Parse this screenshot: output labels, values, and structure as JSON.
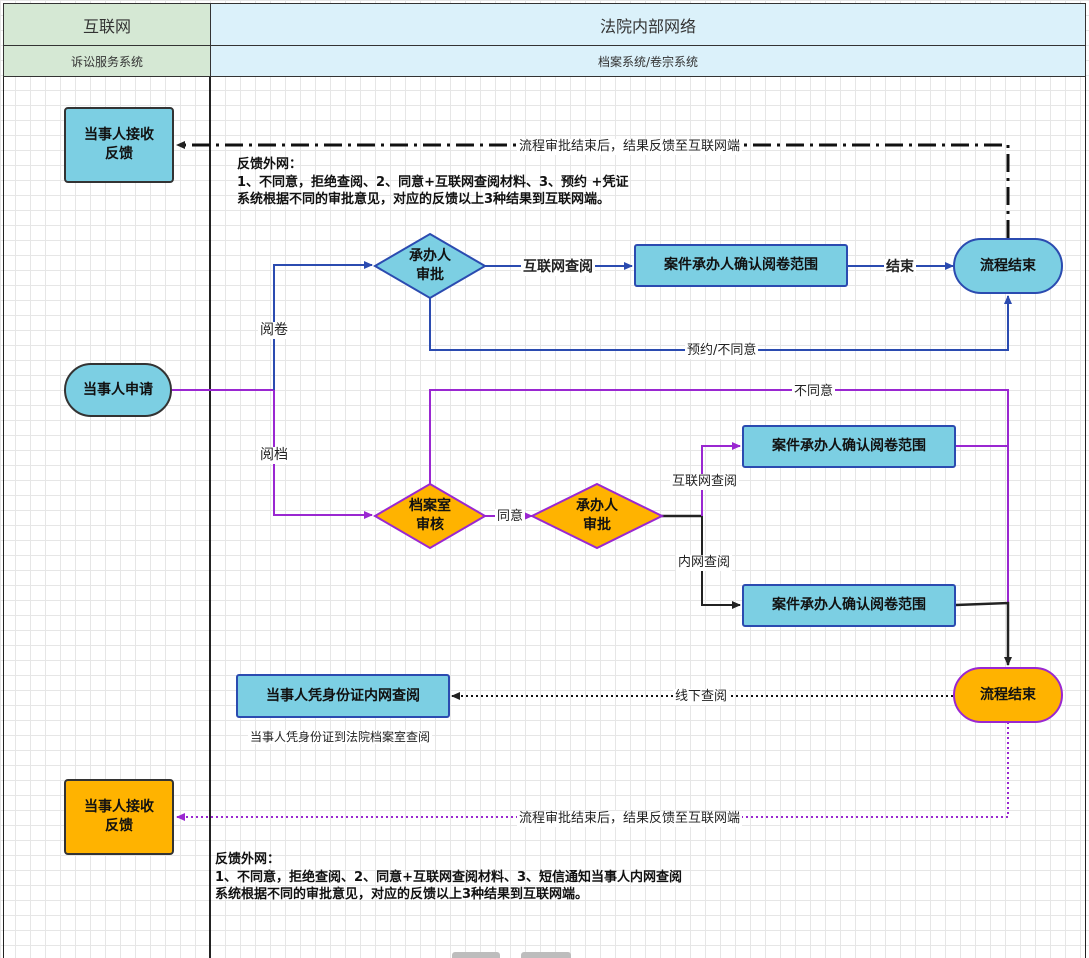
{
  "lanes": {
    "internet": "互联网",
    "court": "法院内部网络",
    "internet_sub": "诉讼服务系统",
    "court_sub": "档案系统/卷宗系统"
  },
  "nodes": {
    "receive_top": "当事人接收\n反馈",
    "apply": "当事人申请",
    "undertaker_1": "承办人\n审批",
    "confirm_1": "案件承办人确认阅卷范围",
    "end_1": "流程结束",
    "archive_review": "档案室\n审核",
    "undertaker_2": "承办人\n审批",
    "confirm_2": "案件承办人确认阅卷范围",
    "confirm_3": "案件承办人确认阅卷范围",
    "end_2": "流程结束",
    "id_check": "当事人凭身份证内网查阅",
    "receive_bottom": "当事人接收\n反馈"
  },
  "labels": {
    "feedback_top": "流程审批结束后，结果反馈至互联网端",
    "read_file": "阅卷",
    "read_archive": "阅档",
    "internet_read_1": "互联网查阅",
    "finish": "结束",
    "reserve_disagree": "预约/不同意",
    "disagree": "不同意",
    "agree": "同意",
    "internet_read_2": "互联网查阅",
    "intranet_read": "内网查阅",
    "offline_read": "线下查阅",
    "id_note": "当事人凭身份证到法院档案室查阅",
    "feedback_bottom": "流程审批结束后，结果反馈至互联网端"
  },
  "notes": {
    "top": {
      "line1": "反馈外网：",
      "line2": "1、不同意，拒绝查阅、2、同意+互联网查阅材料、3、预约 +凭证",
      "line3": "系统根据不同的审批意见，对应的反馈以上3种结果到互联网端。"
    },
    "bottom": {
      "line1": "反馈外网：",
      "line2": "1、不同意，拒绝查阅、2、同意+互联网查阅材料、3、短信通知当事人内网查阅",
      "line3": "系统根据不同的审批意见，对应的反馈以上3种结果到互联网端。"
    }
  },
  "colors": {
    "lane_internet": "#d5e8d4",
    "lane_court": "#dbf1fa",
    "blue_node": "#7ccfe3",
    "orange_node": "#ffb300",
    "blue_edge": "#2b4bb0",
    "purple_edge": "#9a27d1",
    "dark_edge": "#222222"
  }
}
